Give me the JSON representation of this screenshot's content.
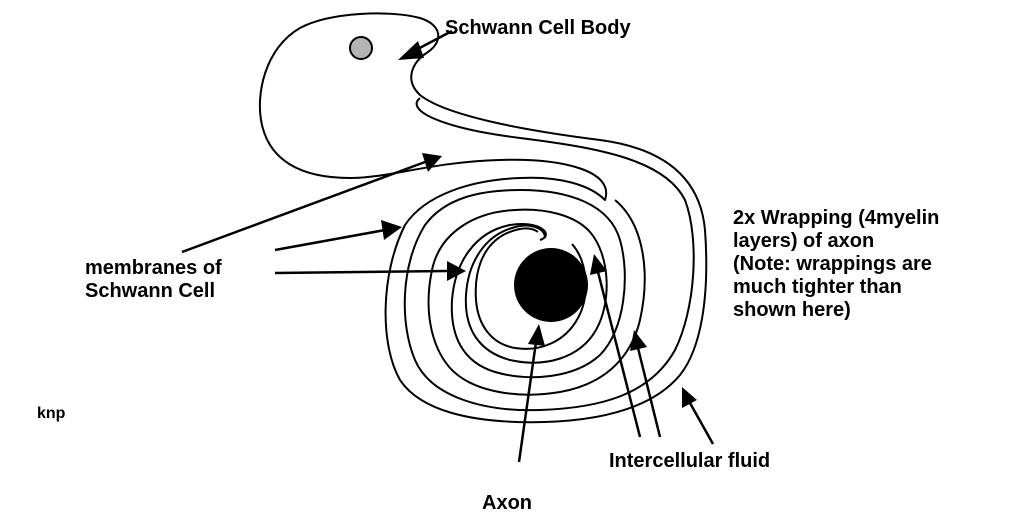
{
  "labels": {
    "schwann_cell_body": "Schwann Cell Body",
    "membranes_of_schwann_cell": "membranes of\nSchwann Cell",
    "wrapping_note": "2x Wrapping (4myelin\nlayers) of axon\n(Note: wrappings are\nmuch tighter than\nshown here)",
    "intercellular_fluid": "Intercellular fluid",
    "axon": "Axon",
    "author": "knp"
  },
  "colors": {
    "ink": "#000000",
    "nucleus_fill": "#b4b4b4",
    "background": "#ffffff"
  }
}
